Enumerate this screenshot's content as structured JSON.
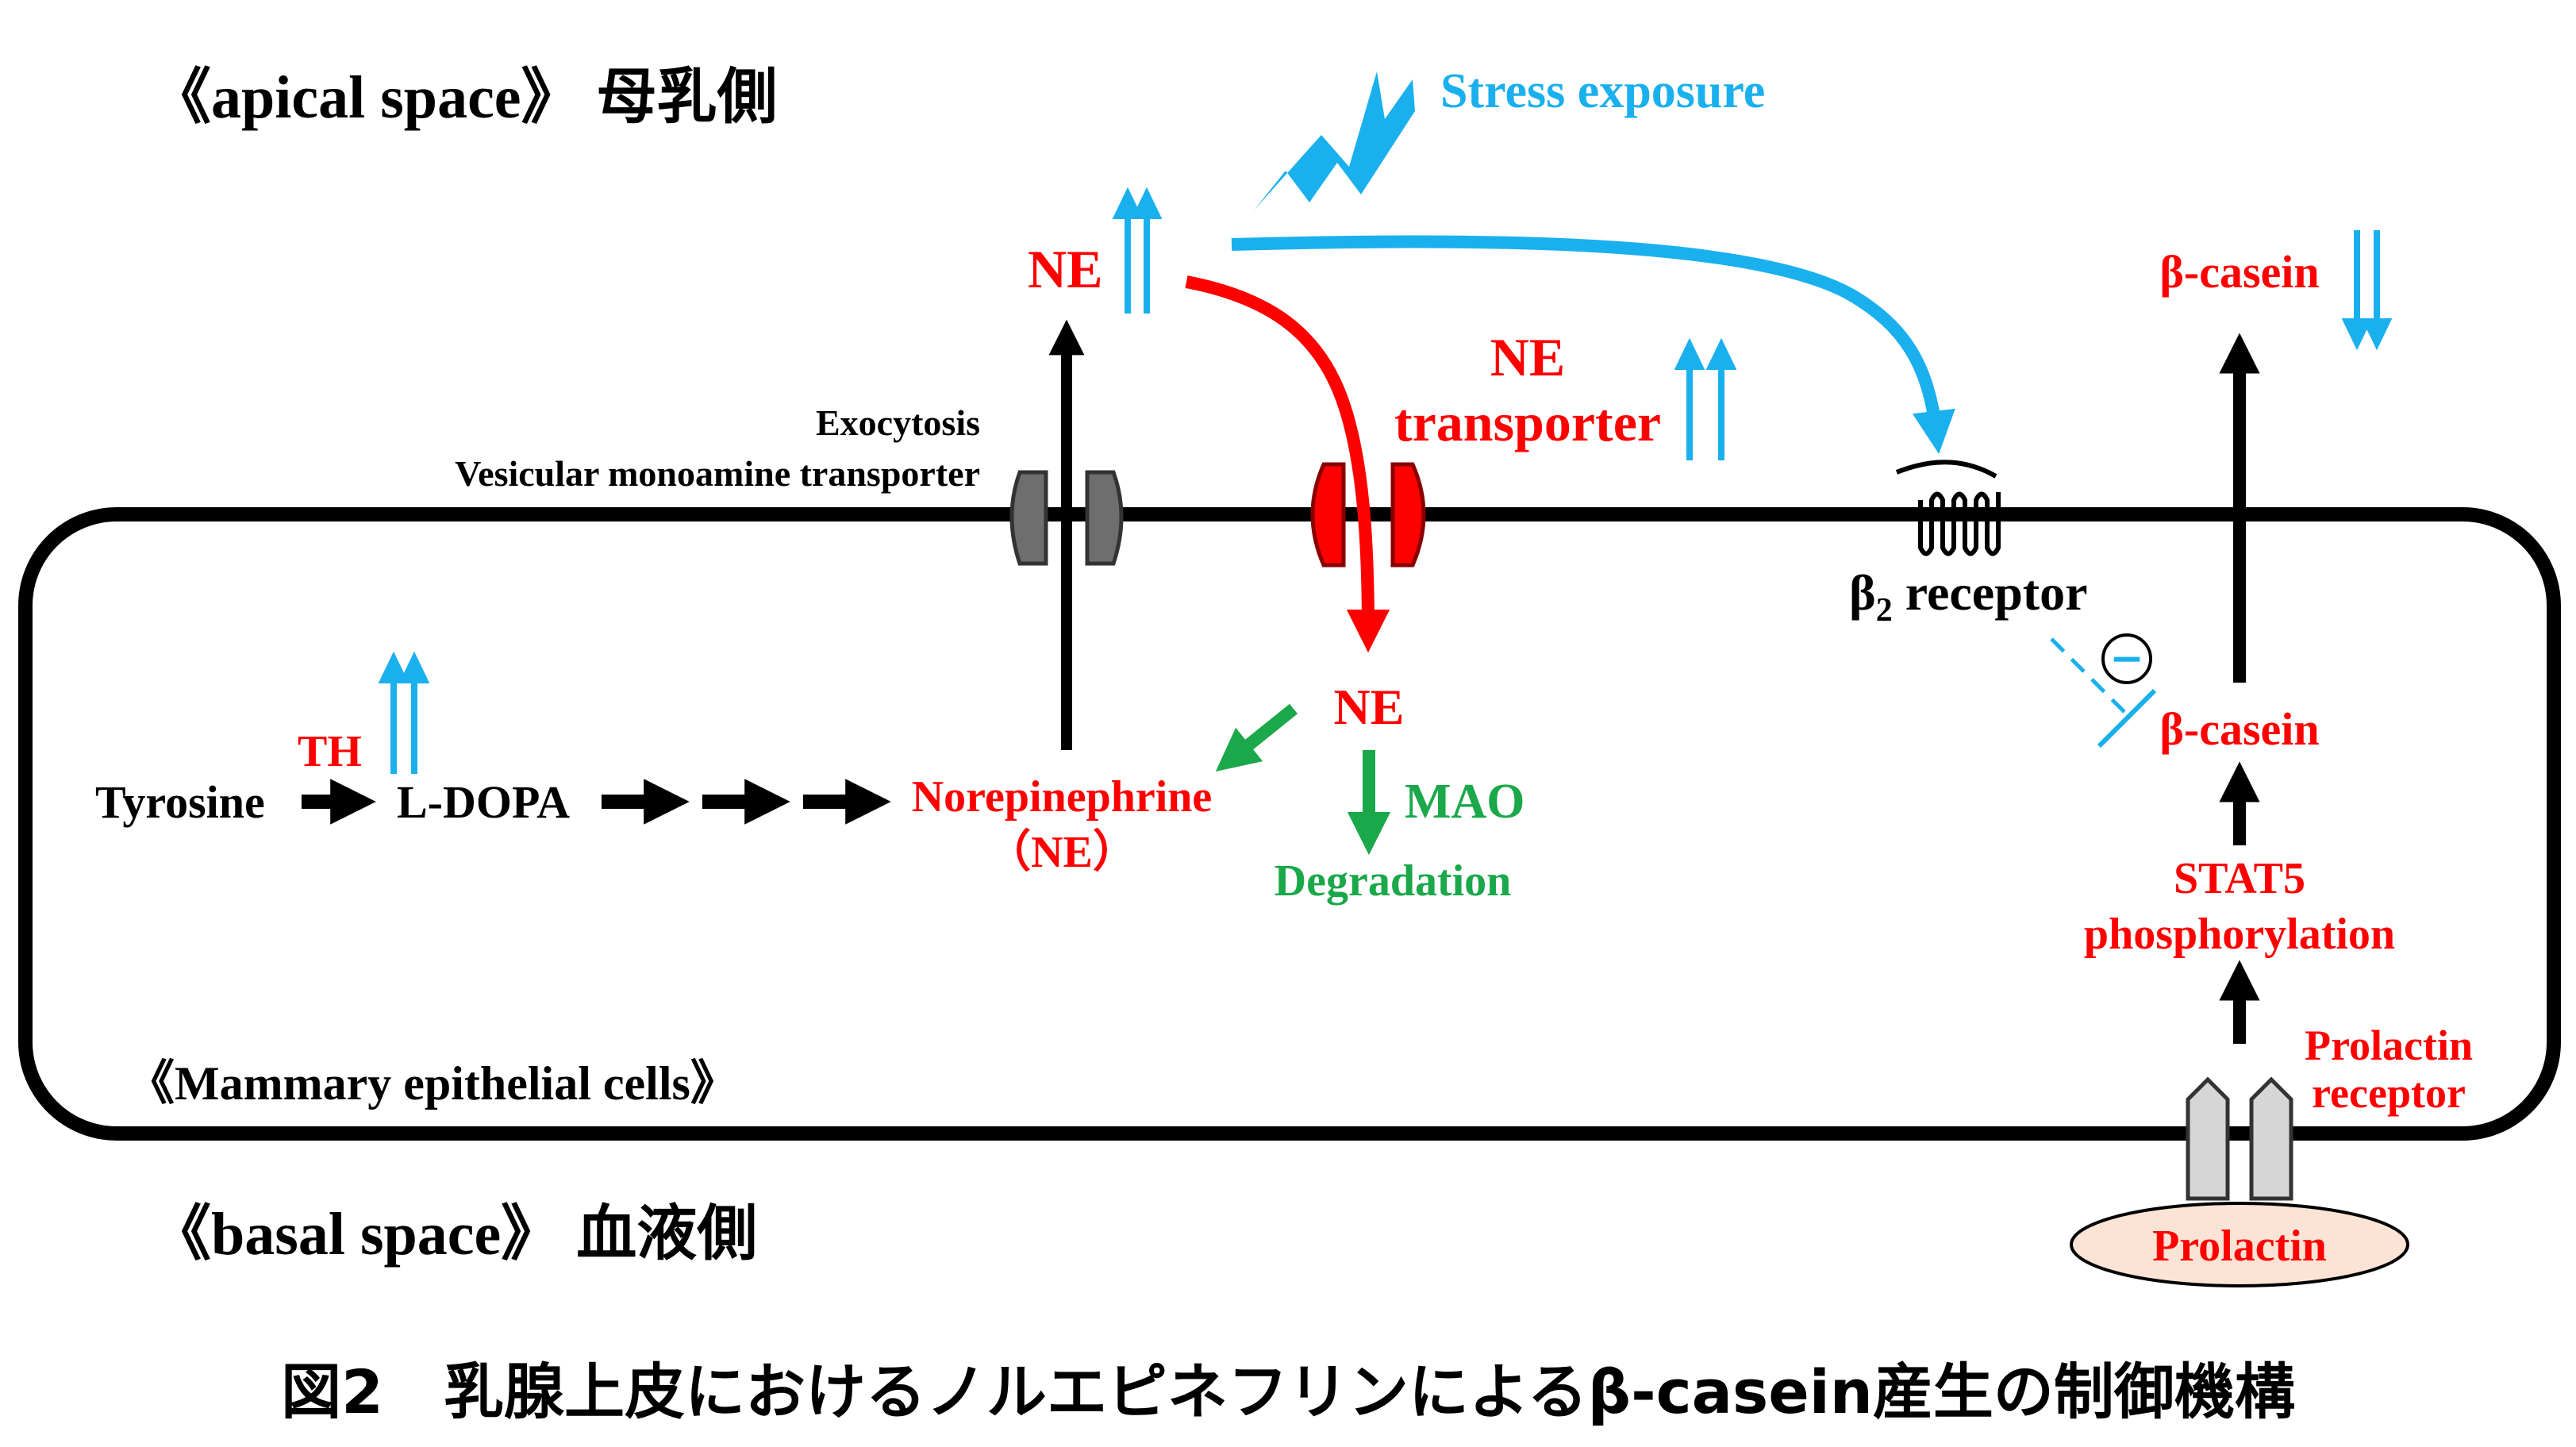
{
  "title": "図2　乳腺上皮におけるノルエピネフリンによるβ-casein産生の制御機構",
  "regions": {
    "apical": "《apical space》 母乳側",
    "basal": "《basal space》 血液側",
    "cell": "《Mammary epithelial cells》"
  },
  "labels": {
    "stress": "Stress exposure",
    "ne_top": "NE",
    "exocytosis": "Exocytosis",
    "vmat": "Vesicular monoamine transporter",
    "ne_transporter_1": "NE",
    "ne_transporter_2": "transporter",
    "beta_casein_top": "β-casein",
    "beta_sub": "β",
    "two_sub": "2",
    "receptor_word": " receptor",
    "minus": "−",
    "beta_casein_mid": "β-casein",
    "th": "TH",
    "tyrosine": "Tyrosine",
    "ldopa": "L-DOPA",
    "norepinephrine": "Norepinephrine",
    "ne_paren": "（NE）",
    "ne_mid": "NE",
    "mao": "MAO",
    "degradation": "Degradation",
    "stat5_1": "STAT5",
    "stat5_2": "phosphorylation",
    "prl_receptor_1": "Prolactin",
    "prl_receptor_2": "receptor",
    "prolactin": "Prolactin"
  },
  "colors": {
    "red": "#ff0000",
    "blue": "#1ab0ee",
    "green": "#1aa84a",
    "black": "#000000",
    "gray_channel": "#6e6e6e",
    "light_gray": "#d6d6d6",
    "prolactin_fill": "#fbe4d5"
  }
}
